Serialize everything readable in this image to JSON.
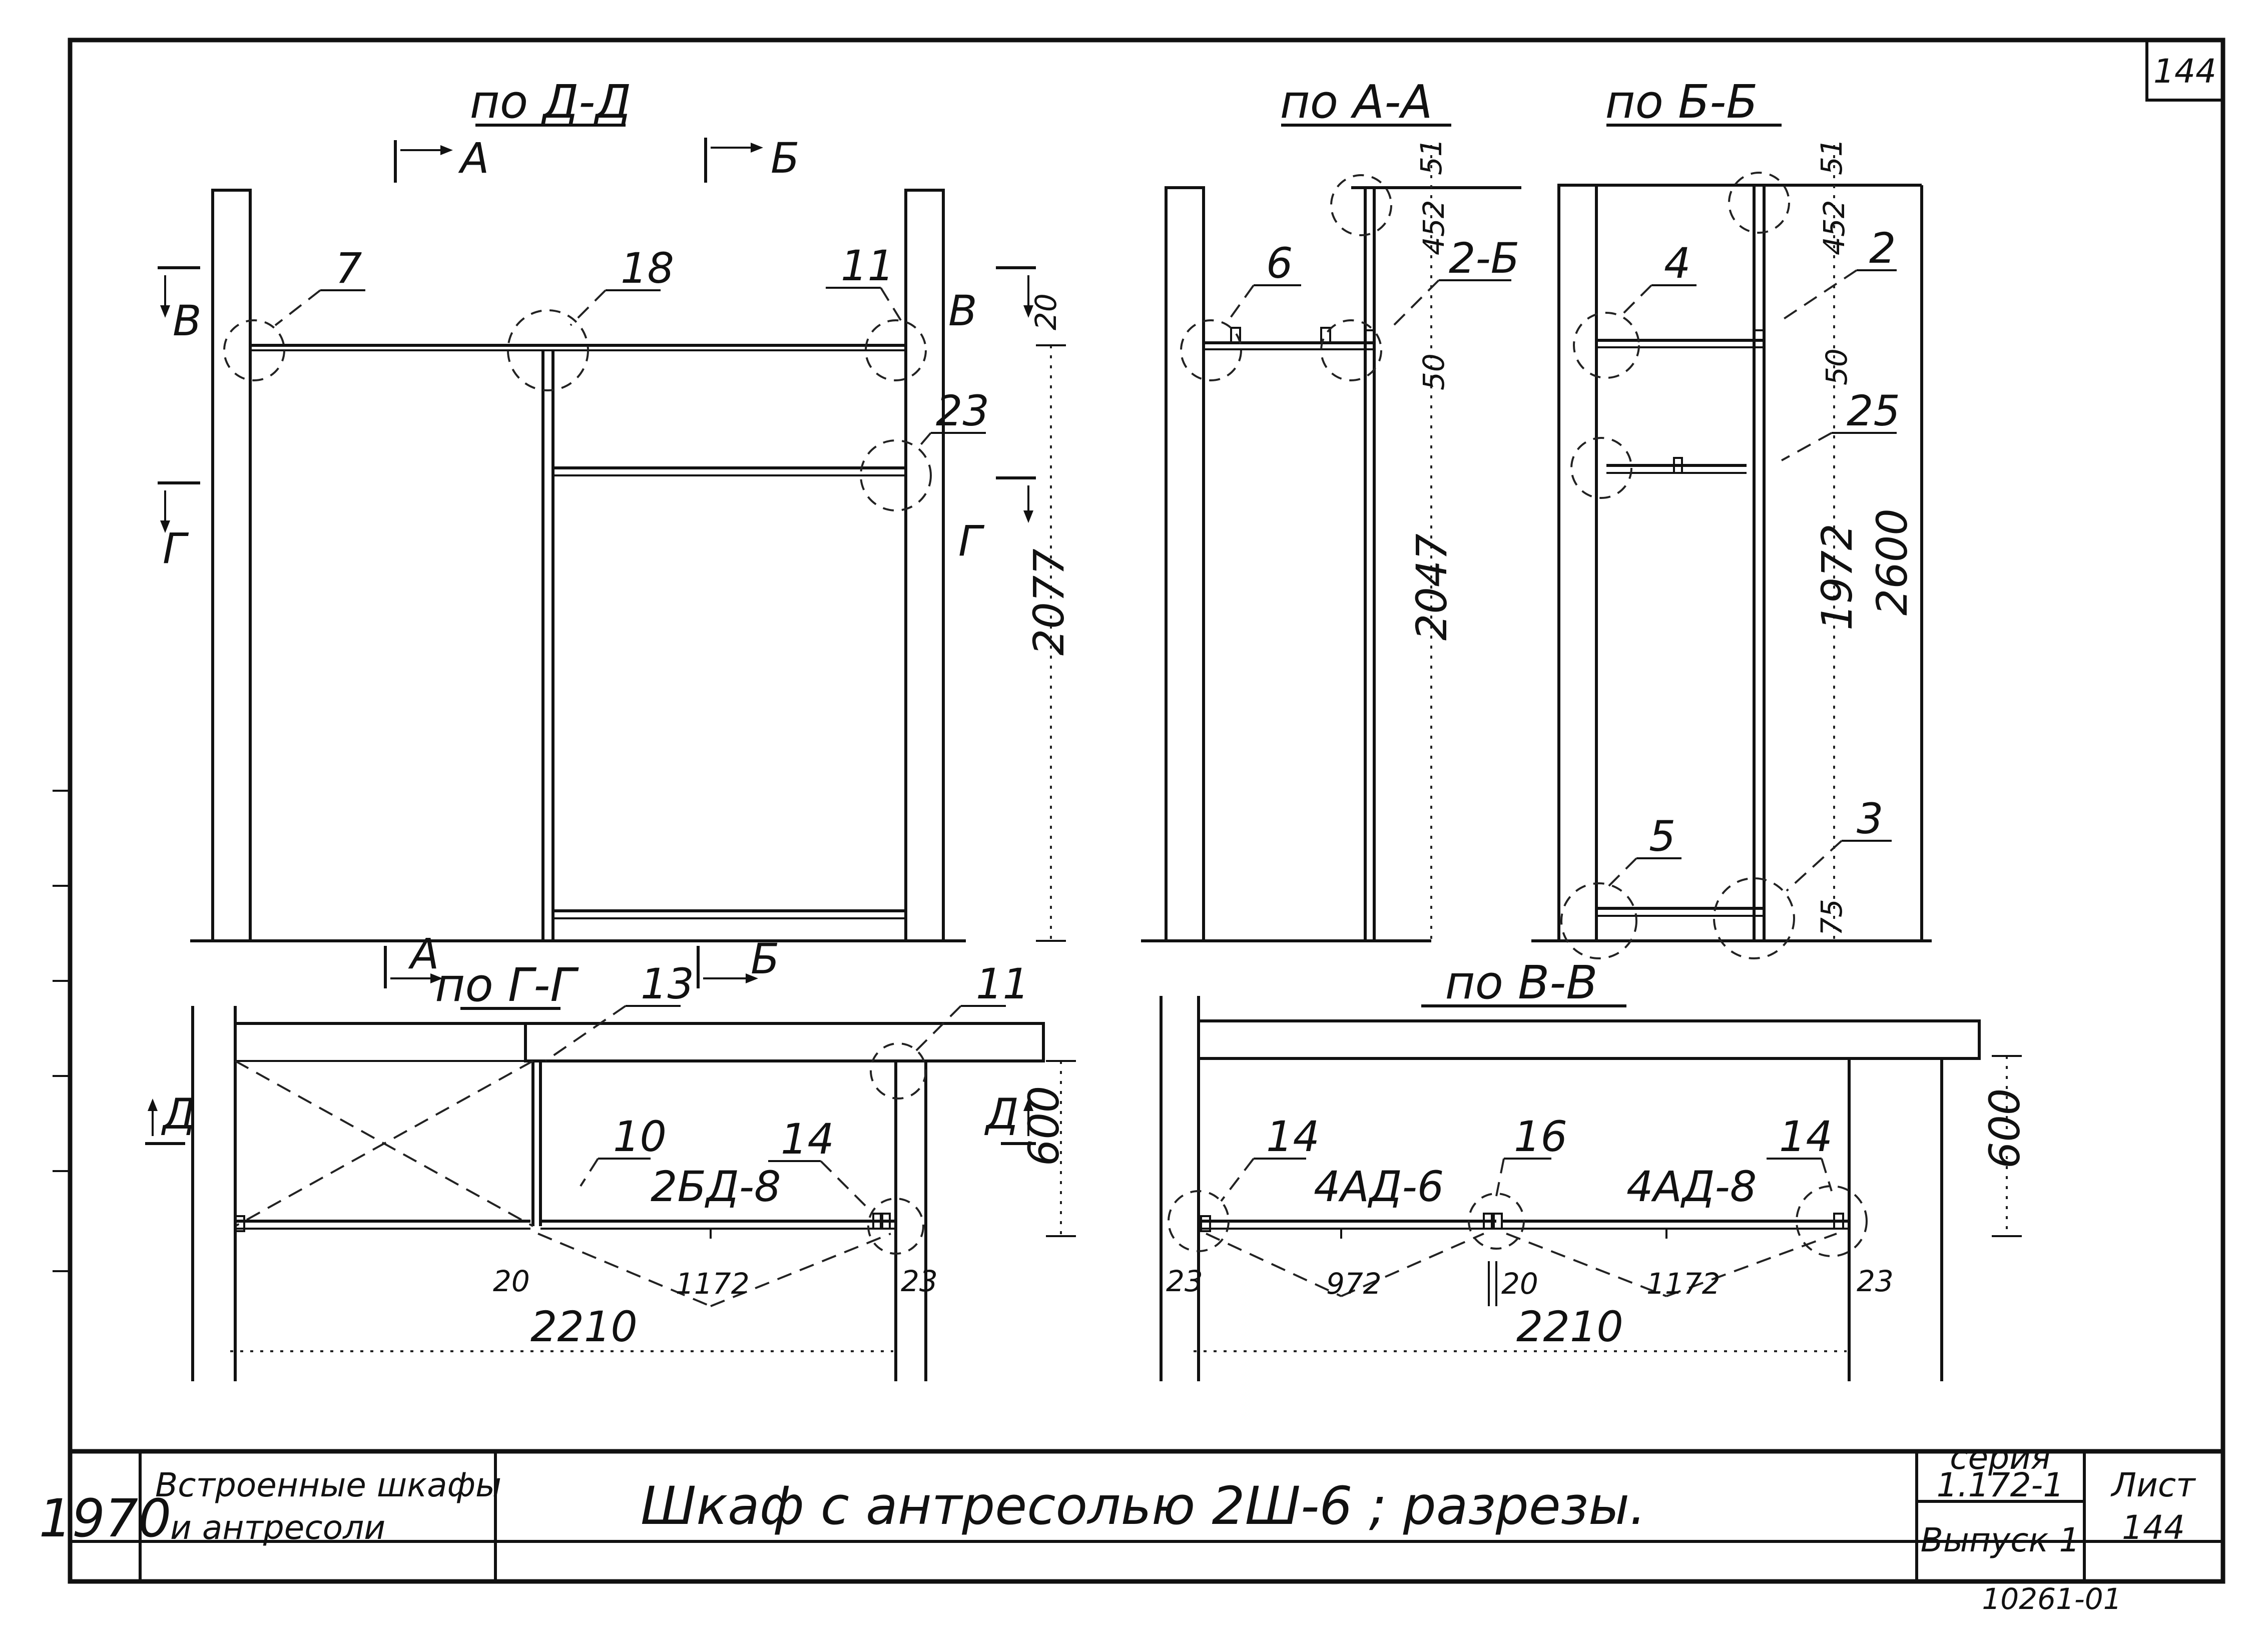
{
  "sheet": {
    "corner_number": "144",
    "year": "1970",
    "subject_line1": "Встроенные шкафы",
    "subject_line2": "и антресоли",
    "title": "Шкаф с антресолью 2Ш-6 ; разрезы.",
    "series_label": "серия",
    "series_value": "1.172-1",
    "issue": "Выпуск 1",
    "sheet_label": "Лист",
    "sheet_number": "144",
    "stamp": "10261-01"
  },
  "view_dd": {
    "title": "по Д-Д",
    "cut_a": "А",
    "cut_b": "Б",
    "cut_v_left": "В",
    "cut_v_right": "В",
    "cut_g_left": "Г",
    "cut_g_right": "Г",
    "mark_7": "7",
    "mark_18": "18",
    "mark_11": "11",
    "mark_23": "23",
    "dim_20": "20",
    "dim_2077": "2077"
  },
  "view_aa": {
    "title": "по А-А",
    "mark_6": "6",
    "mark_2b": "2-Б",
    "dim_51": "51",
    "dim_452": "452",
    "dim_50": "50",
    "dim_2047": "2047"
  },
  "view_bb": {
    "title": "по Б-Б",
    "mark_4": "4",
    "mark_2": "2",
    "mark_25": "25",
    "mark_5": "5",
    "mark_3": "3",
    "dim_51": "51",
    "dim_452": "452",
    "dim_50": "50",
    "dim_1972": "1972",
    "dim_2600": "2600",
    "dim_75": "75"
  },
  "view_gg": {
    "title": "по Г-Г",
    "cut_a": "А",
    "cut_b": "Б",
    "cut_d_left": "Д",
    "cut_d_right": "Д",
    "mark_13": "13",
    "mark_11": "11",
    "mark_10": "10",
    "mark_14": "14",
    "door_label": "2БД-8",
    "dim_20": "20",
    "dim_1172": "1172",
    "dim_23": "23",
    "dim_2210": "2210",
    "dim_600": "600"
  },
  "view_vv": {
    "title": "по В-В",
    "mark_14_left": "14",
    "mark_16": "16",
    "mark_14_right": "14",
    "door_left": "4АД-6",
    "door_right": "4АД-8",
    "dim_23_left": "23",
    "dim_972": "972",
    "dim_20": "20",
    "dim_1172": "1172",
    "dim_23_right": "23",
    "dim_2210": "2210",
    "dim_600": "600"
  }
}
